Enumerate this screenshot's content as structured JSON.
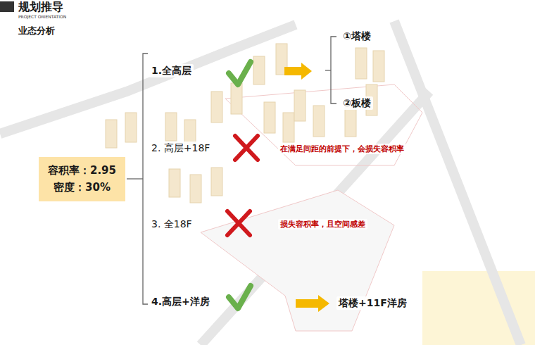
{
  "diagram": {
    "title": "规划推导",
    "nodes": [
      {
        "text": [
          "容积率：2.95",
          "密度：30%"
        ]
      }
    ],
    "labels": [
      "PROJECT ORIENTATION",
      "业态分析",
      "1.全高层",
      "①塔楼",
      "②板楼",
      "2. 高层+18F",
      "在满足间距的前提下，会损失容积率",
      "3. 全18F",
      "损失容积率，且空间感差",
      "4.高层+洋房",
      "塔楼+11F洋房"
    ]
  }
}
